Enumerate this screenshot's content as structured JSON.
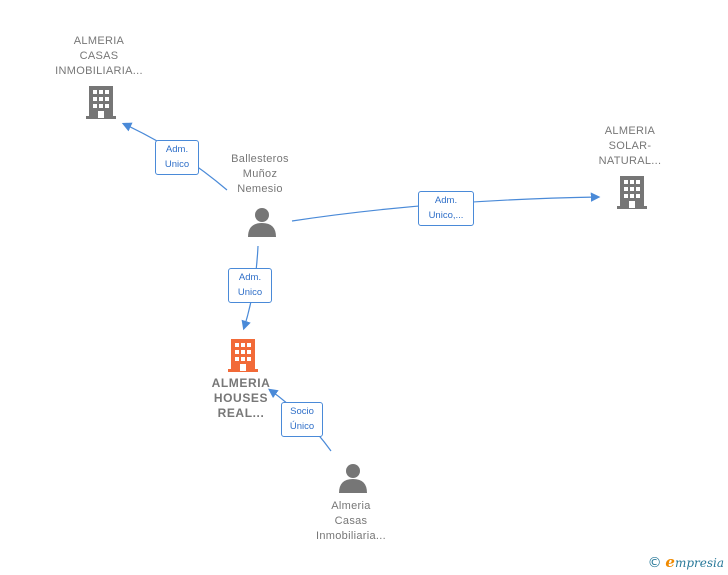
{
  "colors": {
    "edge": "#4a8ad8",
    "node_gray": "#767676",
    "node_highlight": "#f26a38"
  },
  "nodes": {
    "casas_company": {
      "label": "ALMERIA\nCASAS\nINMOBILIARIA...",
      "icon": "building-icon"
    },
    "solar_company": {
      "label": "ALMERIA\nSOLAR-\nNATURAL...",
      "icon": "building-icon"
    },
    "houses_company": {
      "label": "ALMERIA\nHOUSES\nREAL...",
      "icon": "building-icon"
    },
    "ballesteros_person": {
      "label": "Ballesteros\nMuñoz\nNemesio",
      "icon": "person-icon"
    },
    "casas_person": {
      "label": "Almeria\nCasas\nInmobiliaria...",
      "icon": "person-icon"
    }
  },
  "edges": {
    "to_casas": "Adm.\nUnico",
    "to_solar": "Adm.\nUnico,...",
    "to_houses": "Adm.\nUnico",
    "socio": "Socio\nÚnico"
  },
  "footer": {
    "copyright": "©",
    "brand_first": "e",
    "brand_rest": "mpresia"
  }
}
